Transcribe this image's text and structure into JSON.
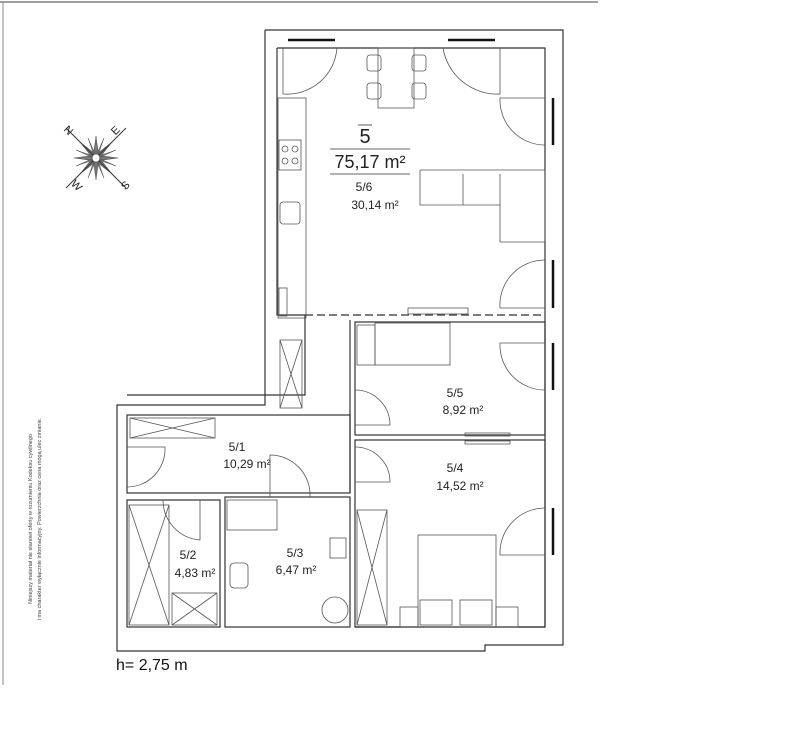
{
  "apartment": {
    "number": "5",
    "total_area": "75,17 m²",
    "height": "h= 2,75 m"
  },
  "rooms": [
    {
      "id": "5/6",
      "area": "30,14 m²"
    },
    {
      "id": "5/5",
      "area": "8,92 m²"
    },
    {
      "id": "5/4",
      "area": "14,52 m²"
    },
    {
      "id": "5/1",
      "area": "10,29 m²"
    },
    {
      "id": "5/2",
      "area": "4,83 m²"
    },
    {
      "id": "5/3",
      "area": "6,47 m²"
    }
  ],
  "compass": {
    "n": "N",
    "e": "E",
    "s": "S",
    "w": "W"
  },
  "disclaimer": {
    "line1": "Niniejszy materiał nie stanowi oferty w rozumieniu Kodeksu cywilnego",
    "line2": "i ma charakter wyłącznie informacyjny. Powierzchnia oraz cena mogą ulec zmianie."
  }
}
